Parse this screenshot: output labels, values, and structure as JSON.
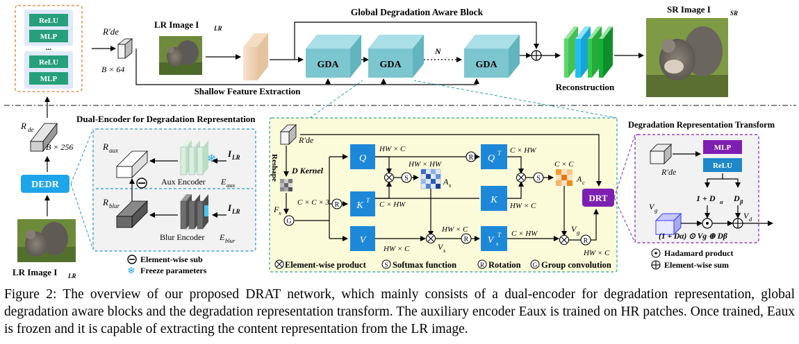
{
  "top": {
    "mlp_stack": {
      "labels": [
        "ReLU",
        "MLP",
        "...",
        "ReLU",
        "MLP"
      ]
    },
    "r_de_prime": "R′de",
    "b64": "B × 64",
    "lr_image_label": "LR Image  I",
    "lr_image_sub": "LR",
    "gdab_title": "Global Degradation Aware Block",
    "gda_labels": [
      "GDA",
      "GDA",
      "GDA"
    ],
    "n_label": "N",
    "shallow_label": "Shallow Feature Extraction",
    "recon_label": "Reconstruction",
    "sr_image_label": "SR Image  I",
    "sr_image_sub": "SR"
  },
  "left": {
    "r_de": "R",
    "r_de_sub": "de",
    "b256": "B × 256",
    "dedr": "DEDR",
    "lr_image_label": "LR Image I",
    "lr_image_sub": "LR"
  },
  "dual": {
    "title": "Dual-Encoder for Degradation Representation",
    "r_aux": "R",
    "r_aux_sub": "aux",
    "i_lr_1": "I",
    "i_lr_sub": "LR",
    "aux_encoder": "Aux Encoder",
    "e_aux": "E",
    "e_aux_sub": "aux",
    "r_blur": "R",
    "r_blur_sub": "blur",
    "blur_encoder": "Blur Encoder",
    "e_blur": "E",
    "e_blur_sub": "blur",
    "legend_sub": "Element-wise sub",
    "legend_freeze": "Freeze parameters"
  },
  "gda": {
    "r_de_prime": "R′de",
    "reshape": "Reshape",
    "d_kernel": "D Kernel",
    "cc3": "C × C × 3",
    "fx": "F",
    "fx_sub": "x",
    "q": "Q",
    "kt": "K",
    "kt_sup": "T",
    "v": "V",
    "qt": "Q",
    "qt_sup": "T",
    "k": "K",
    "vst": "V",
    "vst_sub": "s",
    "vst_sup": "T",
    "hwc_1": "HW × C",
    "hwhw": "HW × HW",
    "chw_1": "C × HW",
    "as": "A",
    "as_sub": "s",
    "chw_2": "C × HW",
    "cc": "C × C",
    "ac": "A",
    "ac_sub": "c",
    "hwc_2": "HW × C",
    "hwc_3": "HW × C",
    "hwc_4": "HW × C",
    "chw_3": "C × HW",
    "vs": "V",
    "vs_sub": "s",
    "vg": "V",
    "vg_sub": "g",
    "hwc_5": "HW × C",
    "drt": "DRT",
    "legend": [
      "Element-wise product",
      "Softmax function",
      "Rotation",
      "Group convolution"
    ]
  },
  "drt": {
    "title": "Degradation Representation Transform",
    "mlp": "MLP",
    "relu": "ReLU",
    "r_de_prime": "R′de",
    "d_alpha": "1 + D",
    "d_alpha_sub": "α",
    "d_beta": "D",
    "d_beta_sub": "β",
    "vg": "V",
    "vg_sub": "g",
    "vd": "V",
    "vd_sub": "d",
    "formula": "(1 + Dα) ⊙ Vg ⊕ Dβ",
    "legend_hadamard": "Hadamard product",
    "legend_sum": "Element-wise sum"
  },
  "caption": "Figure 2: The overview of our proposed DRAT network, which mainly consists of a dual-encoder for degradation representation, global degradation aware blocks and the degradation representation transform. The auxiliary encoder Eaux is trained on HR patches. Once trained, Eaux is frozen and it is capable of extracting the content representation from the LR image.",
  "colors": {
    "teal_block": "#7cc6cf",
    "blue_block": "#1e88d8",
    "dedr": "#1ea4e8",
    "drt": "#7e1fb3",
    "mlp_green": "#26a07a",
    "gda_panel": "#fbfbd9",
    "purple_mlp": "#7e1fb3",
    "relu_blue": "#1e88c8"
  }
}
